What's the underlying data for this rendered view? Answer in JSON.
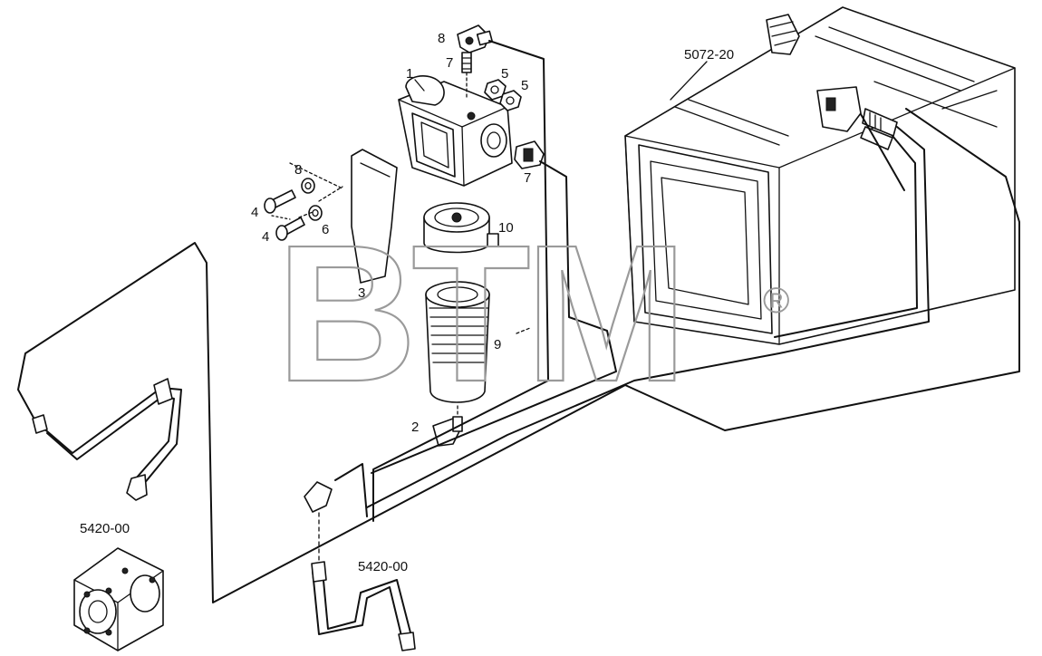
{
  "labels": {
    "p1": "1",
    "p2": "2",
    "p3": "3",
    "p4a": "4",
    "p4b": "4",
    "p5a": "5",
    "p5b": "5",
    "p6": "6",
    "p7a": "7",
    "p7b": "7",
    "p8a": "8",
    "p8b": "8",
    "p9": "9",
    "p10": "10",
    "ref_tank": "5072-20",
    "ref_pump": "5420-00",
    "ref_hose": "5420-00"
  },
  "watermark": {
    "text": "BTM",
    "reg": "®",
    "color": "#9a9a9a"
  }
}
